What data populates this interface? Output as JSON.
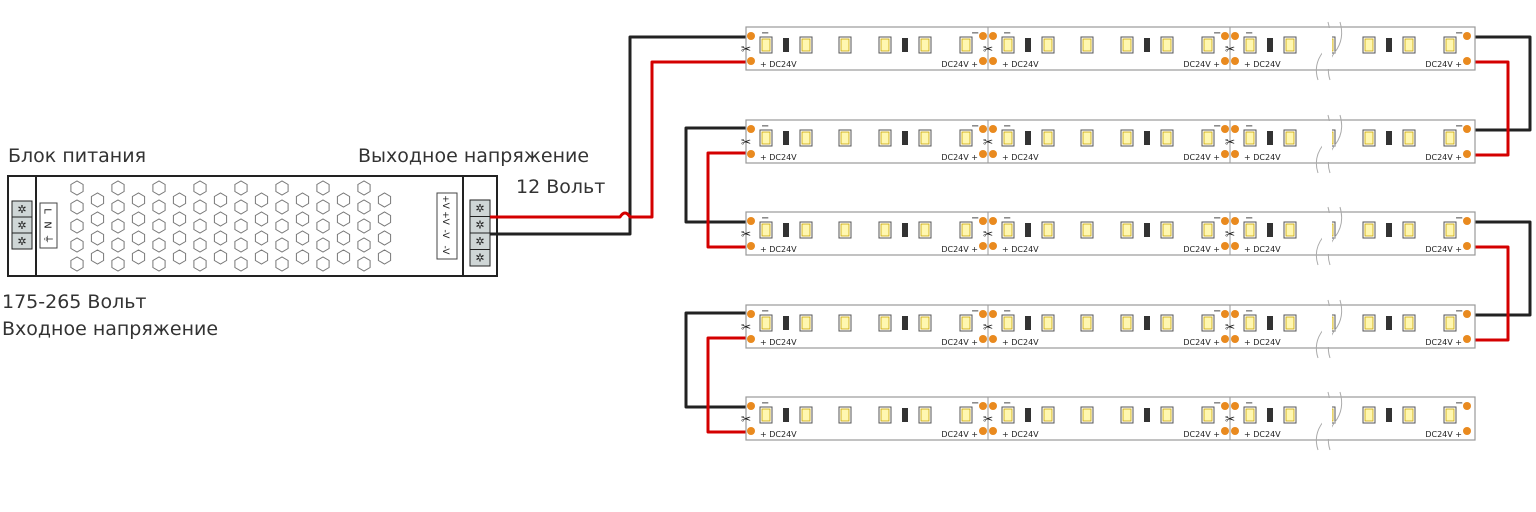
{
  "labels": {
    "psu_title": "Блок питания",
    "output_voltage_label": "Выходное напряжение",
    "output_voltage_value": "12 Вольт",
    "input_voltage_value": "175-265 Вольт",
    "input_voltage_label": "Входное напряжение"
  },
  "psu": {
    "input_terminals": [
      "L",
      "N",
      "⏚"
    ],
    "output_terminals": [
      "+V",
      "+V",
      "-V",
      "-V"
    ]
  },
  "strip": {
    "marking": "DC24V",
    "plus": "+",
    "minus": "−",
    "rows": 5,
    "segments_per_row": 3
  },
  "colors": {
    "wire_positive": "#d40000",
    "wire_negative": "#222222",
    "led": "#fff7b0",
    "pad": "#e98a1f"
  }
}
